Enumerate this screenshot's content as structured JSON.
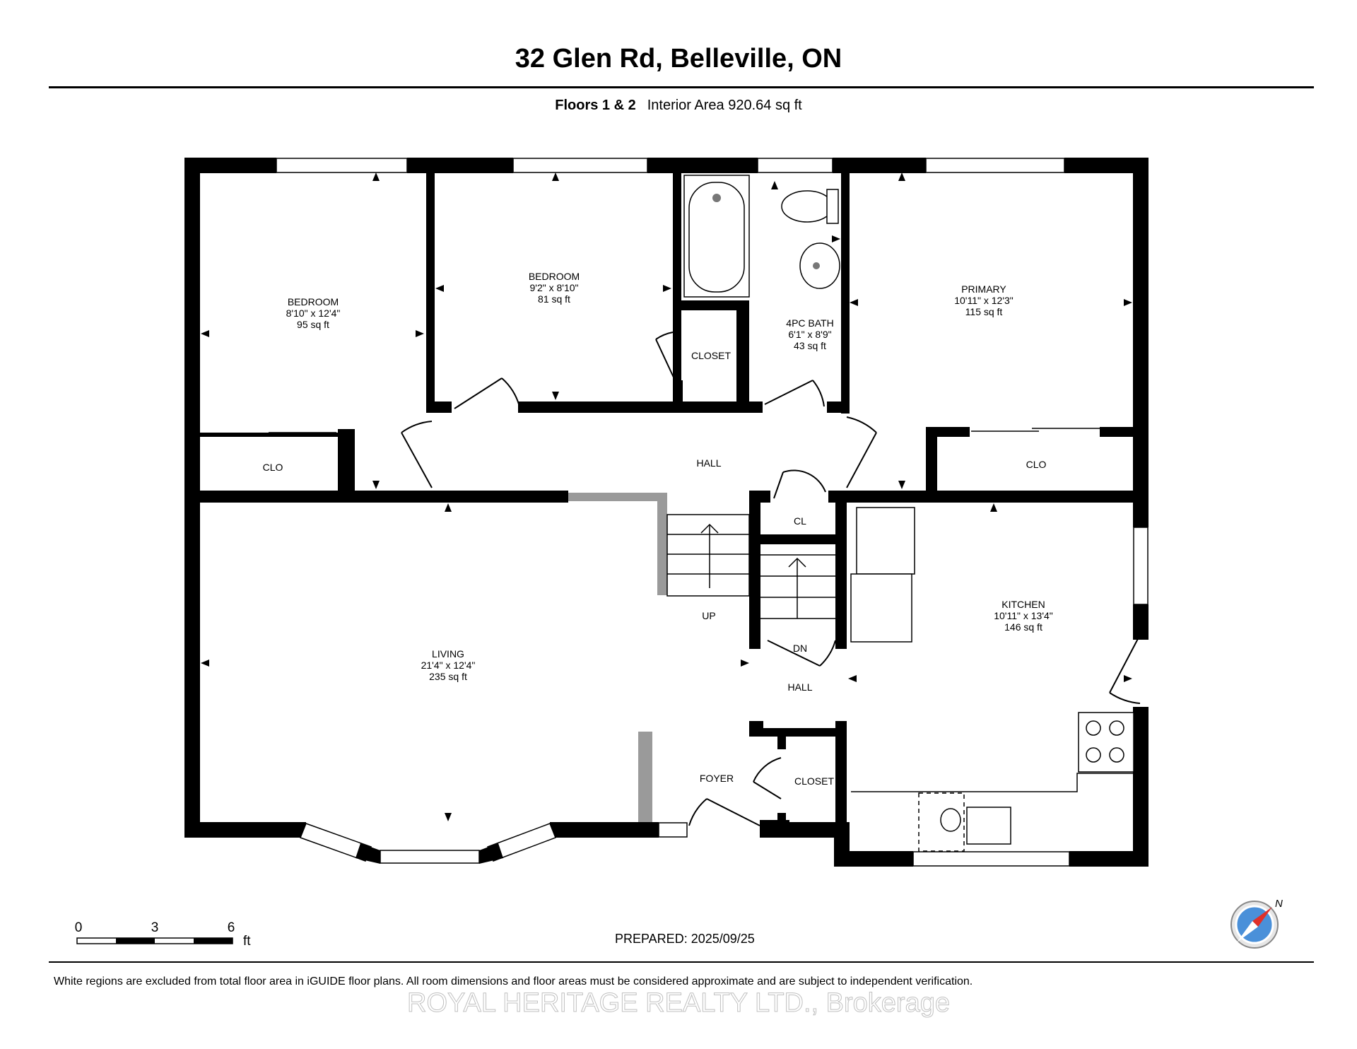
{
  "header": {
    "address": "32 Glen Rd, Belleville, ON",
    "floors_label": "Floors 1 & 2",
    "interior_area": "Interior Area 920.64 sq ft"
  },
  "rooms": {
    "bedroom1": {
      "name": "BEDROOM",
      "dims": "8'10\" x 12'4\"",
      "area": "95 sq ft"
    },
    "bedroom2": {
      "name": "BEDROOM",
      "dims": "9'2\" x 8'10\"",
      "area": "81 sq ft"
    },
    "bath": {
      "name": "4PC BATH",
      "dims": "6'1\" x 8'9\"",
      "area": "43 sq ft"
    },
    "primary": {
      "name": "PRIMARY",
      "dims": "10'11\" x 12'3\"",
      "area": "115 sq ft"
    },
    "living": {
      "name": "LIVING",
      "dims": "21'4\" x 12'4\"",
      "area": "235 sq ft"
    },
    "kitchen": {
      "name": "KITCHEN",
      "dims": "10'11\" x 13'4\"",
      "area": "146 sq ft"
    }
  },
  "labels": {
    "closet_bedroom": "CLOSET",
    "clo_left": "CLO",
    "clo_right": "CLO",
    "hall_upper": "HALL",
    "hall_lower": "HALL",
    "cl": "CL",
    "up": "UP",
    "dn": "DN",
    "foyer": "FOYER",
    "closet_foyer": "CLOSET"
  },
  "scale": {
    "ticks": [
      "0",
      "3",
      "6"
    ],
    "unit": "ft"
  },
  "compass": {
    "north": "N"
  },
  "prepared": "PREPARED: 2025/09/25",
  "disclaimer": "White regions are excluded from total floor area in iGUIDE floor plans. All room dimensions and floor areas must be considered approximate and are subject to independent verification.",
  "watermark": "ROYAL HERITAGE REALTY LTD., Brokerage"
}
